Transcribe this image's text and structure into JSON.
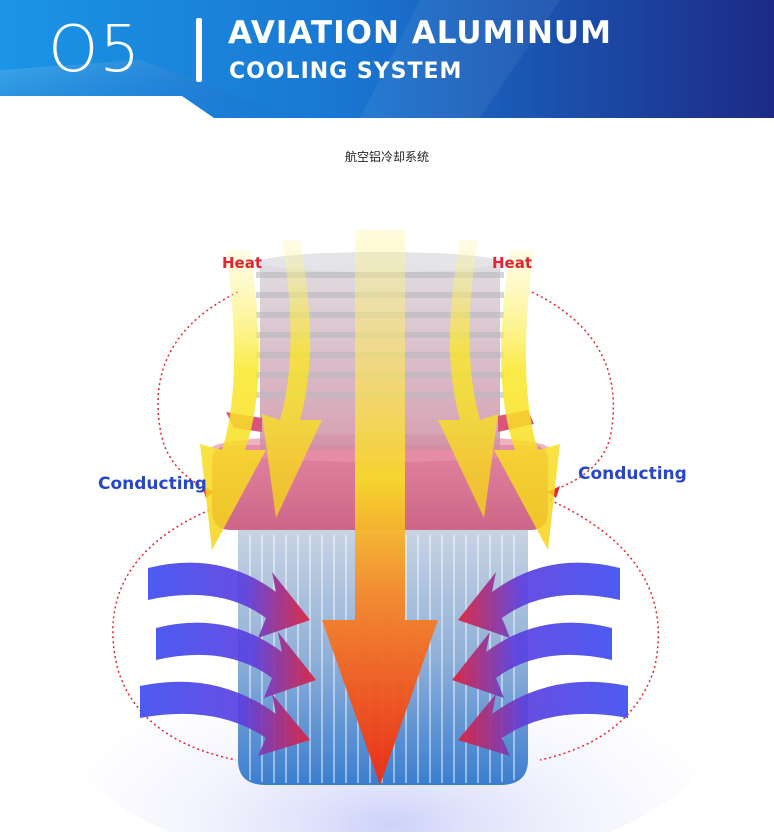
{
  "header": {
    "number": "O5",
    "title_line1": "AVIATION ALUMINUM",
    "title_line2": "COOLING SYSTEM"
  },
  "diagram": {
    "chinese_title": "航空铝冷却系统",
    "labels": {
      "heat_left": "Heat",
      "heat_right": "Heat",
      "conducting_left": "Conducting",
      "conducting_right": "Conducting"
    }
  },
  "colors": {
    "banner_dark": "#1a2a8a",
    "banner_light": "#1b8ee0",
    "heat_red": "#e8222e",
    "conducting_blue": "#2746c9",
    "heat_arrow_yellow": "#f7e21c",
    "cool_arrow_blue": "#3e4cf0"
  }
}
